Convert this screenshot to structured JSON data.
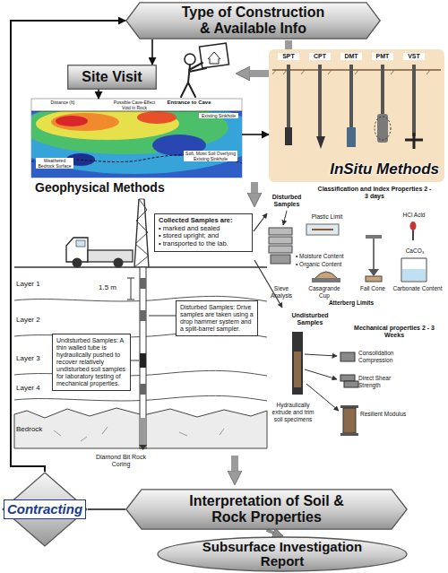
{
  "diagram": {
    "nodes": [
      {
        "text": [
          "Type of Construction & Available Info"
        ]
      },
      {
        "text": [
          "Site Visit"
        ]
      },
      {
        "text": [
          "Geophysical Methods"
        ]
      },
      {
        "text": [
          "InSitu Methods"
        ]
      },
      {
        "text": [
          "Collected Samples are:",
          "• marked and sealed",
          "• stored upright; and",
          "• transported to the lab."
        ]
      },
      {
        "text": [
          "Disturbed Samples: Drive samples are taken using a drop hammer system and a split-barrel sampler."
        ]
      },
      {
        "text": [
          "Undisturbed Samples: A thin walled tube is hydraulically pushed to recover relatively undisturbed soil samples for laboratory testing of mechanical properties."
        ]
      },
      {
        "text": [
          "Contracting"
        ]
      },
      {
        "text": [
          "Interpretation of Soil & Rock Properties"
        ]
      },
      {
        "text": [
          "Subsurface Investigation Report"
        ]
      }
    ],
    "edges": [
      {
        "from": 0,
        "to": 1,
        "arrow": "to"
      },
      {
        "from": 1,
        "to": 2,
        "arrow": "to"
      },
      {
        "from": 2,
        "to": 3,
        "arrow": "to"
      },
      {
        "from": 7,
        "to": 0,
        "arrow": "to"
      },
      {
        "from": 7,
        "to": 8,
        "arrow": "none"
      },
      {
        "from": 8,
        "to": 9,
        "arrow": "to"
      }
    ],
    "labels": [
      "Possible Cave-Effect Void in Rock",
      "Distance (ft)",
      "Entrance to Cave",
      "Existing Sinkhole",
      "Weathered Bedrock Surface",
      "Soft, Moist Soil Overlying Existing Sinkhole",
      "SPT",
      "CPT",
      "DMT",
      "PMT",
      "VST",
      "Layer 1",
      "Layer 2",
      "Layer 3",
      "Layer 4",
      "Bedrock",
      "1.5 m",
      "Diamond Bit Rock Coring",
      "Disturbed Samples",
      "Classification and Index Properties 2 - 3 days",
      "Plastic Limit",
      "HCl Acid",
      "CaCO₃",
      "• Moisture Content",
      "• Organic Content",
      "Sieve Analysis",
      "Casagrande Cup",
      "Fall Cone",
      "Atterberg Limits",
      "Carbonate Content",
      "Undisturbed Samples",
      "Mechanical properties 2 - 3 Weeks",
      "Consolidation Compression",
      "Direct Shear Strength",
      "Resilient Modulus",
      "Hydraulically extrude and trim soil specimens"
    ]
  }
}
